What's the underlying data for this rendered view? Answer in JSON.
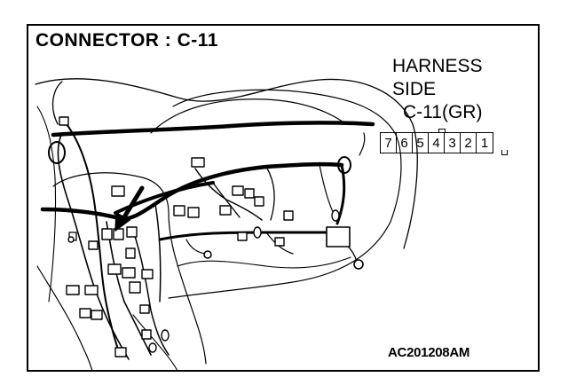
{
  "title": "CONNECTOR : C-11",
  "harness_side": {
    "line1": "HARNESS",
    "line2": "SIDE",
    "connector": "C-11(GR)"
  },
  "connector_pins": [
    "7",
    "6",
    "5",
    "4",
    "3",
    "2",
    "1"
  ],
  "figure_code": "AC201208AM",
  "colors": {
    "line": "#000000",
    "background": "#ffffff"
  }
}
